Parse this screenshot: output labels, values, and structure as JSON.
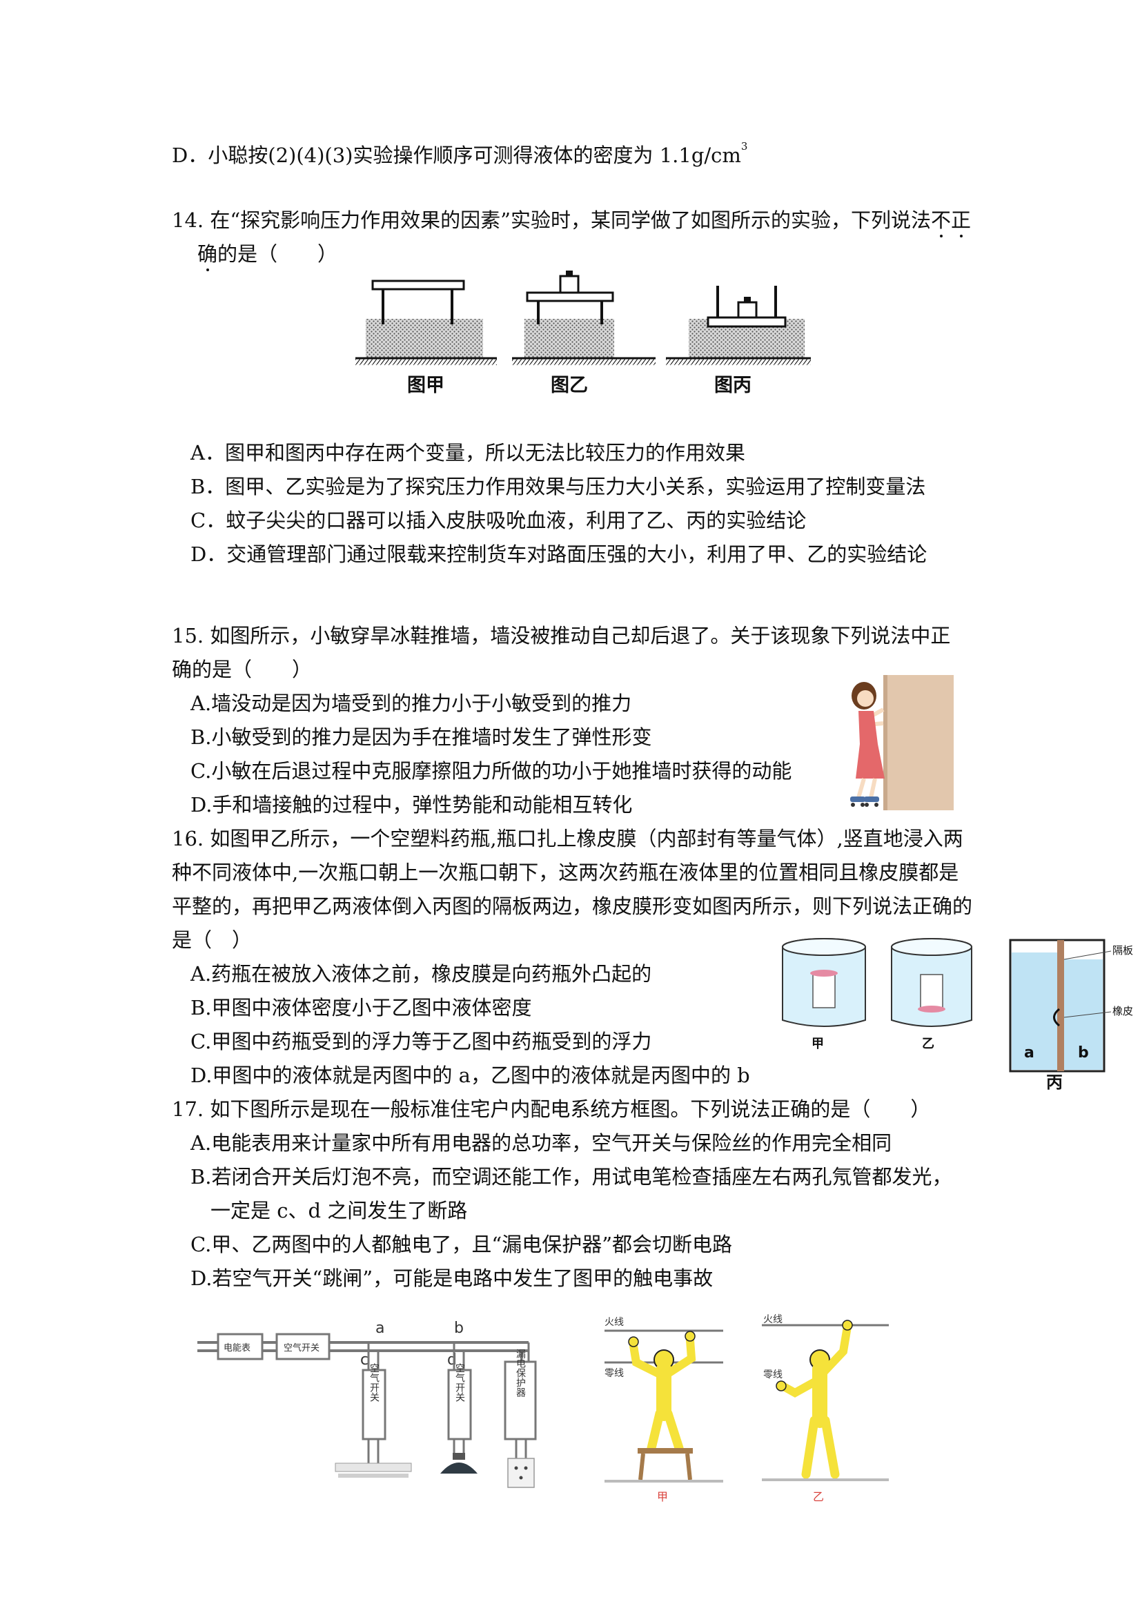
{
  "q13": {
    "option_d_main": "D．小聪按(2)(4)(3)实验操作顺序可测得液体的密度为 1.1g/cm",
    "option_d_sup": "3"
  },
  "q14": {
    "stem_line1": "14. 在“探究影响压力作用效果的因素”实验时，某同学做了如图所示的实验，下列说法",
    "stem_emph1": "不",
    "stem_emph2": "正",
    "stem_line2_emph": "确",
    "stem_line2_rest": "的是（　　）",
    "figure_labels": [
      "图甲",
      "图乙",
      "图丙"
    ],
    "options": [
      "A．图甲和图丙中存在两个变量，所以无法比较压力的作用效果",
      "B．图甲、乙实验是为了探究压力作用效果与压力大小关系，实验运用了控制变量法",
      "C．蚊子尖尖的口器可以插入皮肤吸吮血液，利用了乙、丙的实验结论",
      "D．交通管理部门通过限载来控制货车对路面压强的大小，利用了甲、乙的实验结论"
    ]
  },
  "q15": {
    "stem_line1": "15. 如图所示，小敏穿旱冰鞋推墙，墙没被推动自己却后退了。关于该现象下列说法中正",
    "stem_line2": "确的是（　　）",
    "options": [
      "A.墙没动是因为墙受到的推力小于小敏受到的推力",
      "B.小敏受到的推力是因为手在推墙时发生了弹性形变",
      "C.小敏在后退过程中克服摩擦阻力所做的功小于她推墙时获得的动能",
      "D.手和墙接触的过程中，弹性势能和动能相互转化"
    ]
  },
  "q16": {
    "stem_lines": [
      "16. 如图甲乙所示，一个空塑料药瓶,瓶口扎上橡皮膜（内部封有等量气体）,竖直地浸入两",
      "种不同液体中,一次瓶口朝上一次瓶口朝下，这两次药瓶在液体里的位置相同且橡皮膜都是",
      "平整的，再把甲乙两液体倒入丙图的隔板两边，橡皮膜形变如图丙所示，则下列说法正确的",
      "是（　）"
    ],
    "options": [
      "A.药瓶在被放入液体之前，橡皮膜是向药瓶外凸起的",
      "B.甲图中液体密度小于乙图中液体密度",
      "C.甲图中药瓶受到的浮力等于乙图中药瓶受到的浮力",
      "D.甲图中的液体就是丙图中的 a，乙图中的液体就是丙图中的 b"
    ],
    "figure": {
      "jar_labels": [
        "甲",
        "乙"
      ],
      "tank_label": "丙",
      "side_labels": [
        "a",
        "b"
      ],
      "annotations": [
        "隔板",
        "橡皮"
      ]
    }
  },
  "q17": {
    "stem": "17. 如下图所示是现在一般标准住宅户内配电系统方框图。下列说法正确的是（　　）",
    "options": [
      "A.电能表用来计量家中所有用电器的总功率，空气开关与保险丝的作用完全相同",
      "B.若闭合开关后灯泡不亮，而空调还能工作，用试电笔检查插座左右两孔氖管都发光，",
      "一定是 c、d 之间发生了断路",
      "C.甲、乙两图中的人都触电了，且“漏电保护器”都会切断电路",
      "D.若空气开关“跳闸”，可能是电路中发生了图甲的触电事故"
    ],
    "circuit": {
      "meter": "电能表",
      "main_switch": "空气开关",
      "node_labels": [
        "a",
        "b",
        "c",
        "d"
      ],
      "branch_boxes": [
        "空气开关",
        "空气开关",
        "漏电保护器"
      ]
    },
    "shock_figures": {
      "live_wire": "火线",
      "neutral_wire": "零线",
      "labels": [
        "甲",
        "乙"
      ]
    }
  }
}
